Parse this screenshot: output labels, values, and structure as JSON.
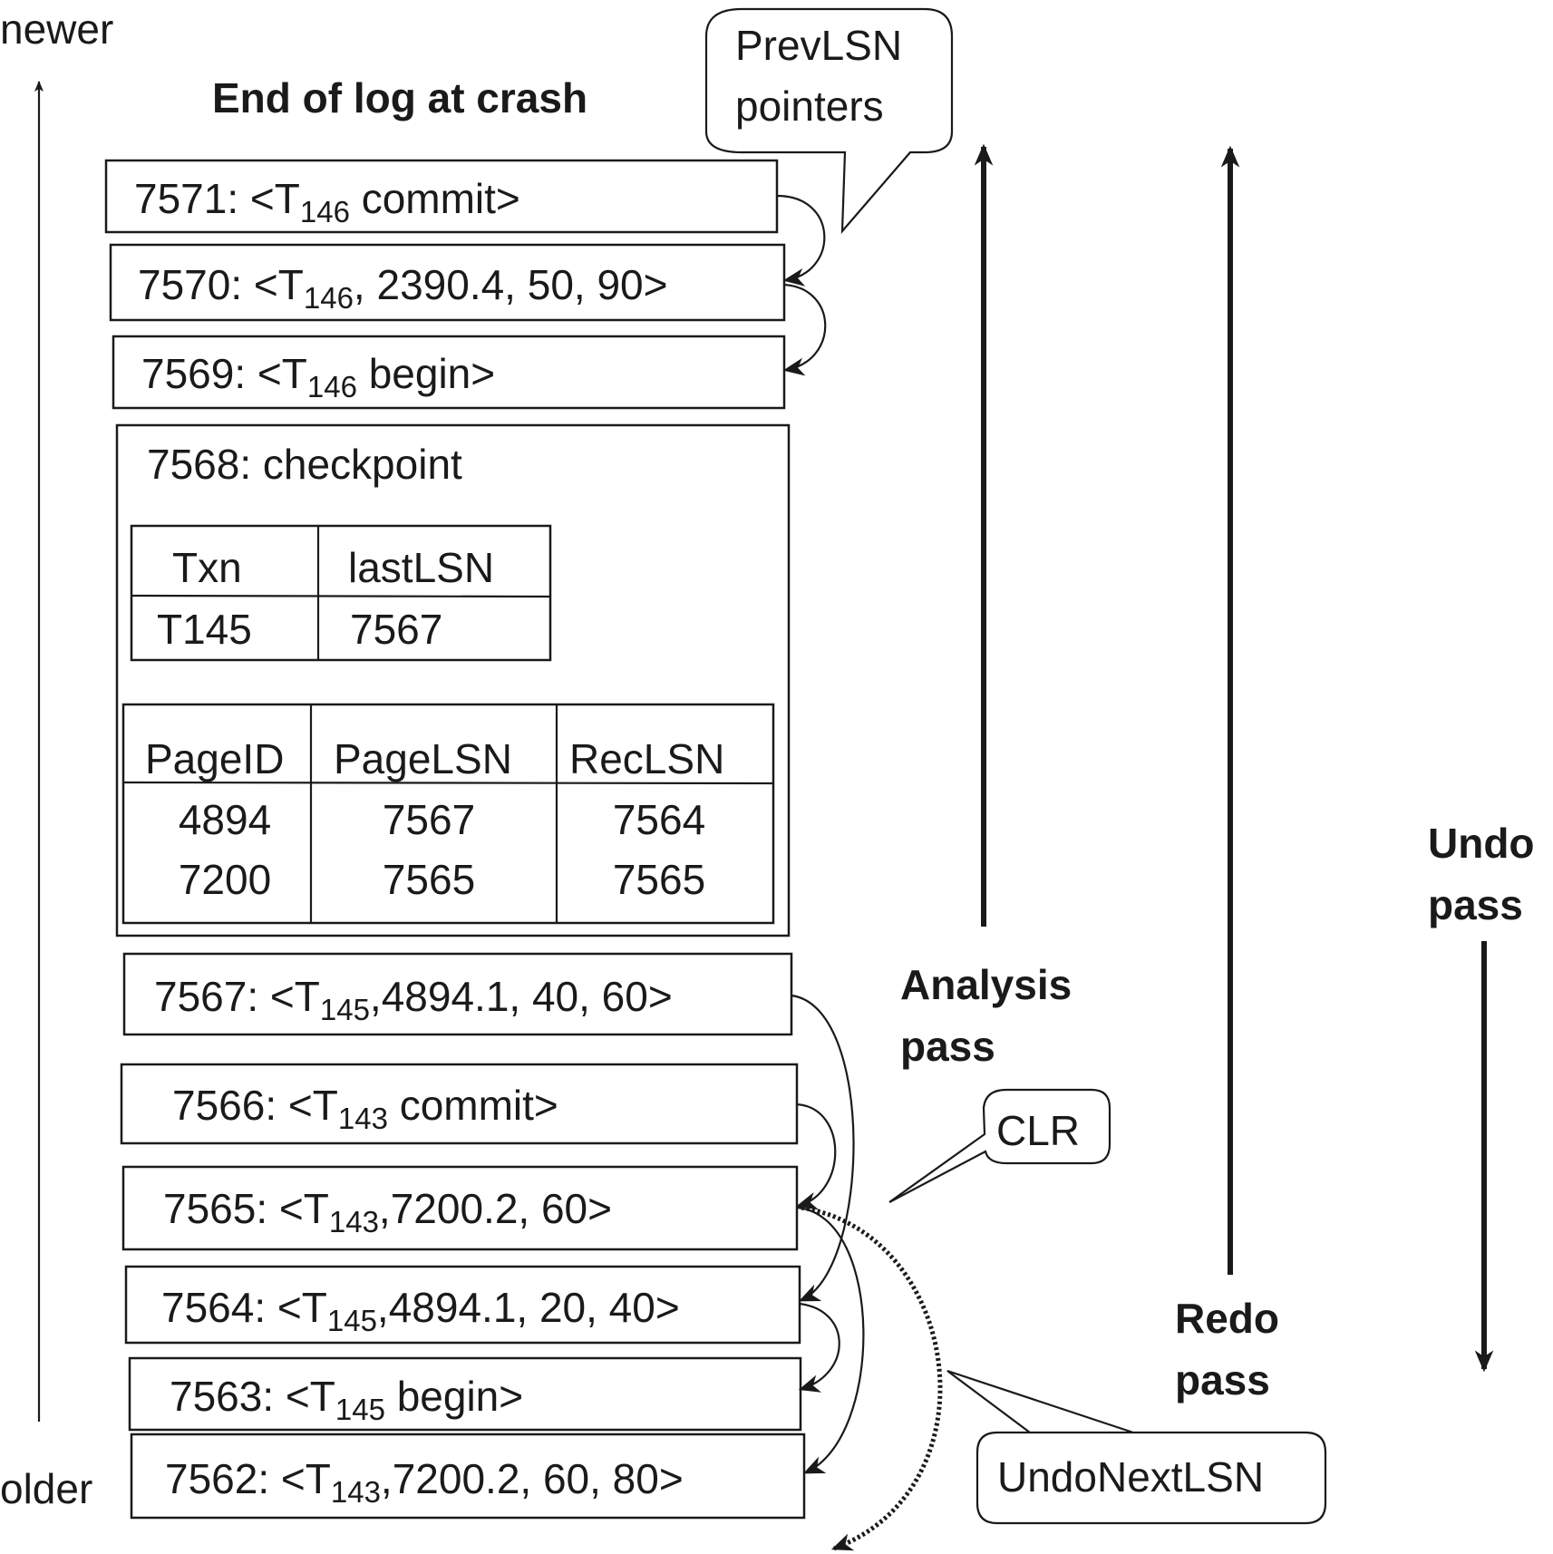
{
  "axis": {
    "newer": "newer",
    "older": "older"
  },
  "end_label": "End of log at crash",
  "records": [
    {
      "id": "r7571",
      "pre": "7571: <T",
      "sub": "146",
      "post": " commit>"
    },
    {
      "id": "r7570",
      "pre": "7570: <T",
      "sub": "146",
      "post": ", 2390.4, 50, 90>"
    },
    {
      "id": "r7569",
      "pre": "7569: <T",
      "sub": "146",
      "post": " begin>"
    },
    {
      "id": "r7567",
      "pre": "7567: <T",
      "sub": "145",
      "post": ",4894.1, 40, 60>"
    },
    {
      "id": "r7566",
      "pre": "7566: <T",
      "sub": "143",
      "post": " commit>"
    },
    {
      "id": "r7565",
      "pre": "7565: <T",
      "sub": "143",
      "post": ",7200.2, 60>"
    },
    {
      "id": "r7564",
      "pre": "7564: <T",
      "sub": "145",
      "post": ",4894.1, 20, 40>"
    },
    {
      "id": "r7563",
      "pre": "7563: <T",
      "sub": "145",
      "post": " begin>"
    },
    {
      "id": "r7562",
      "pre": "7562: <T",
      "sub": "143",
      "post": ",7200.2, 60, 80>"
    }
  ],
  "checkpoint": {
    "title": "7568: checkpoint",
    "txn_table": {
      "headers": [
        "Txn",
        "lastLSN"
      ],
      "rows": [
        [
          "T145",
          "7567"
        ]
      ]
    },
    "page_table": {
      "headers": [
        "PageID",
        "PageLSN",
        "RecLSN"
      ],
      "rows": [
        [
          "4894",
          "7567",
          "7564"
        ],
        [
          "7200",
          "7565",
          "7565"
        ]
      ]
    }
  },
  "callouts": {
    "prevlsn": [
      "PrevLSN",
      "pointers"
    ],
    "clr": "CLR",
    "undonext": "UndoNextLSN"
  },
  "passes": {
    "analysis": [
      "Analysis",
      "pass"
    ],
    "redo": [
      "Redo",
      "pass"
    ],
    "undo": [
      "Undo",
      "pass"
    ]
  }
}
